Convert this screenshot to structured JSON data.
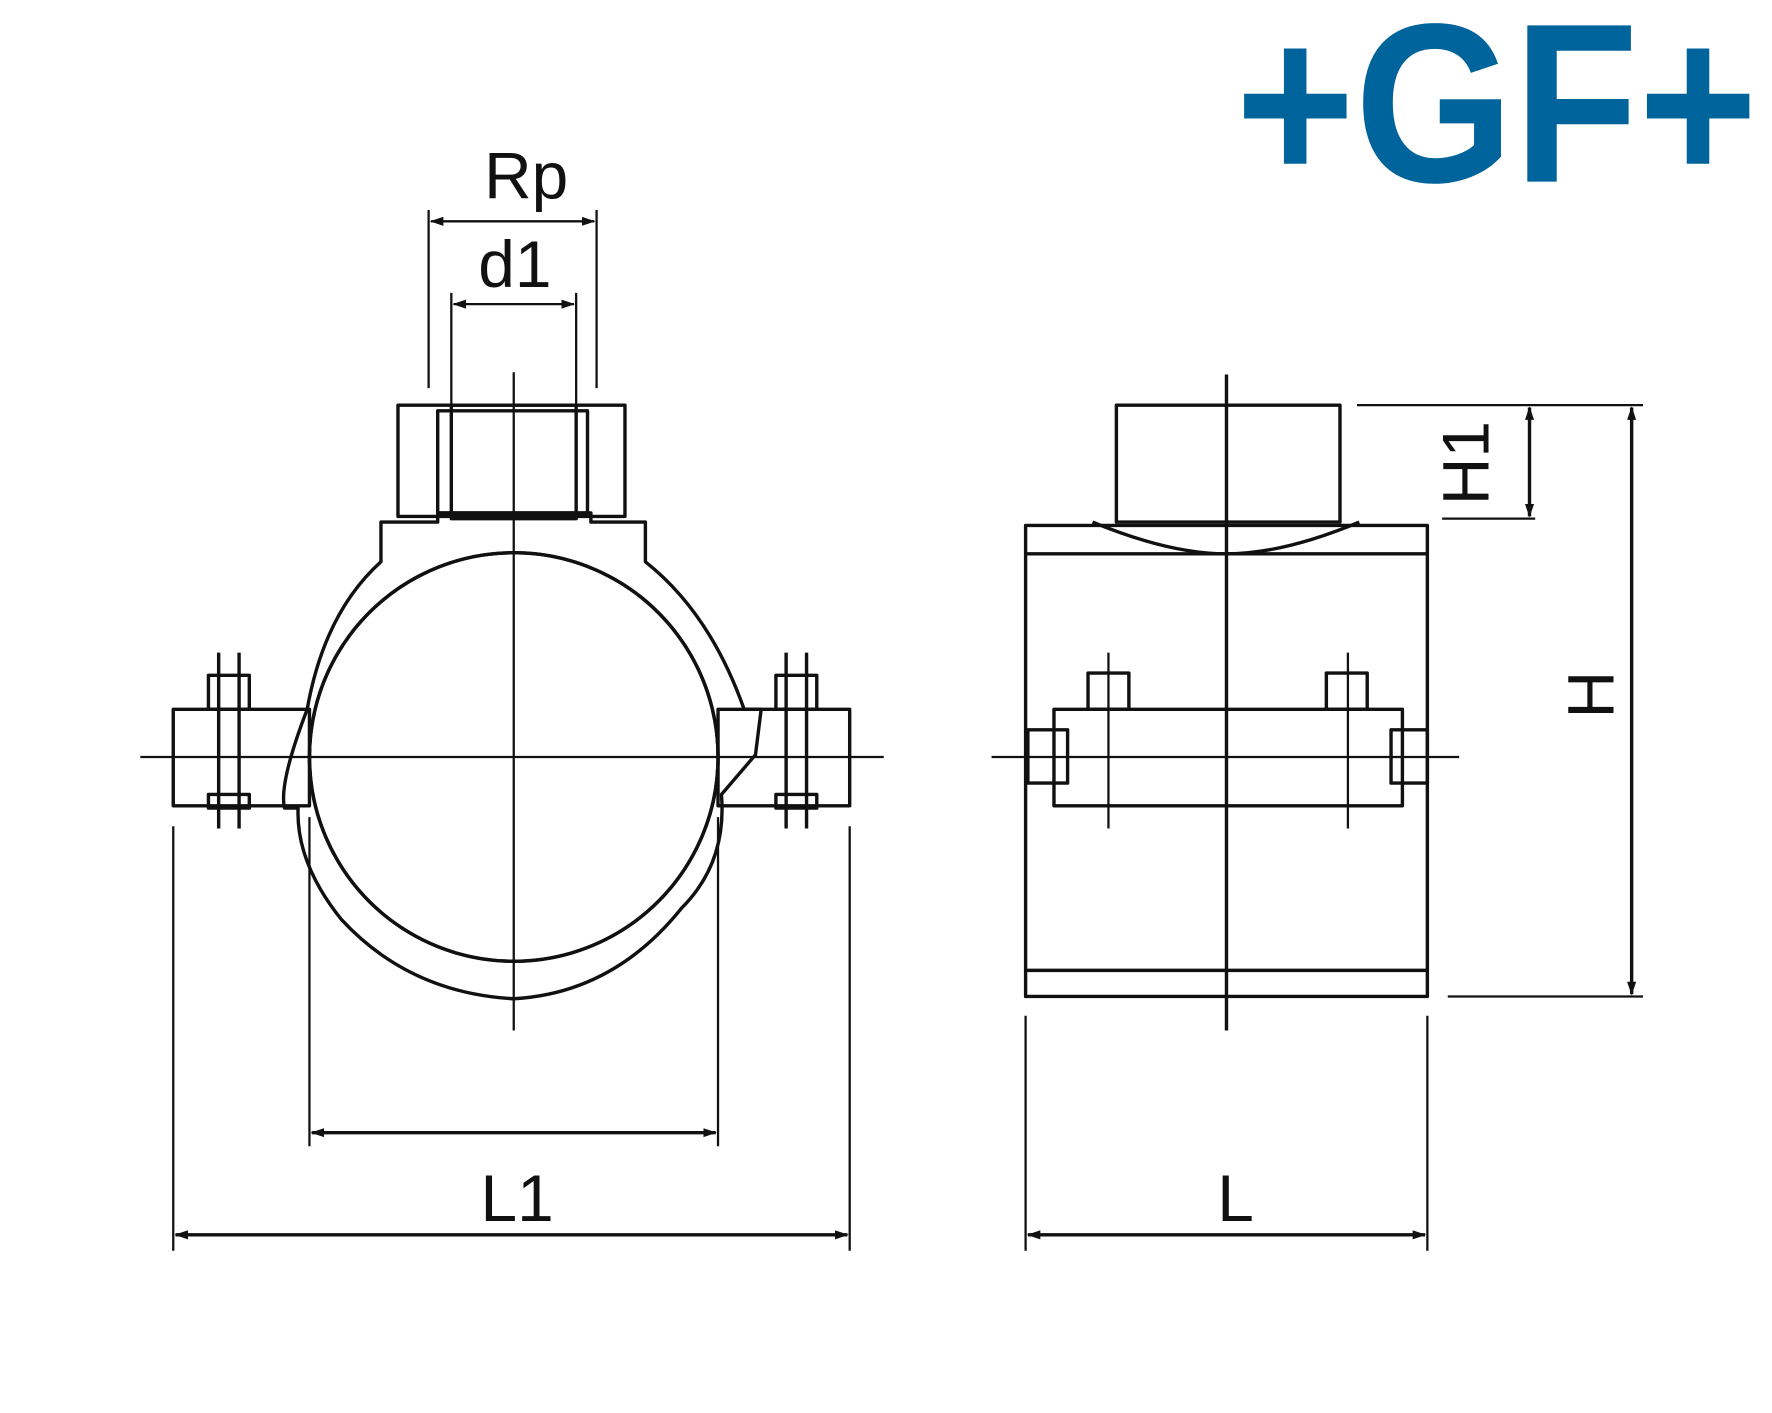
{
  "logo": {
    "text": "+GF+",
    "color": "#00649C"
  },
  "front_view": {
    "dimensions": {
      "outlet_thread": "Rp",
      "bore": "d1",
      "overall_length": "L1"
    }
  },
  "side_view": {
    "dimensions": {
      "length": "L",
      "height": "H",
      "outlet_height": "H1"
    }
  }
}
